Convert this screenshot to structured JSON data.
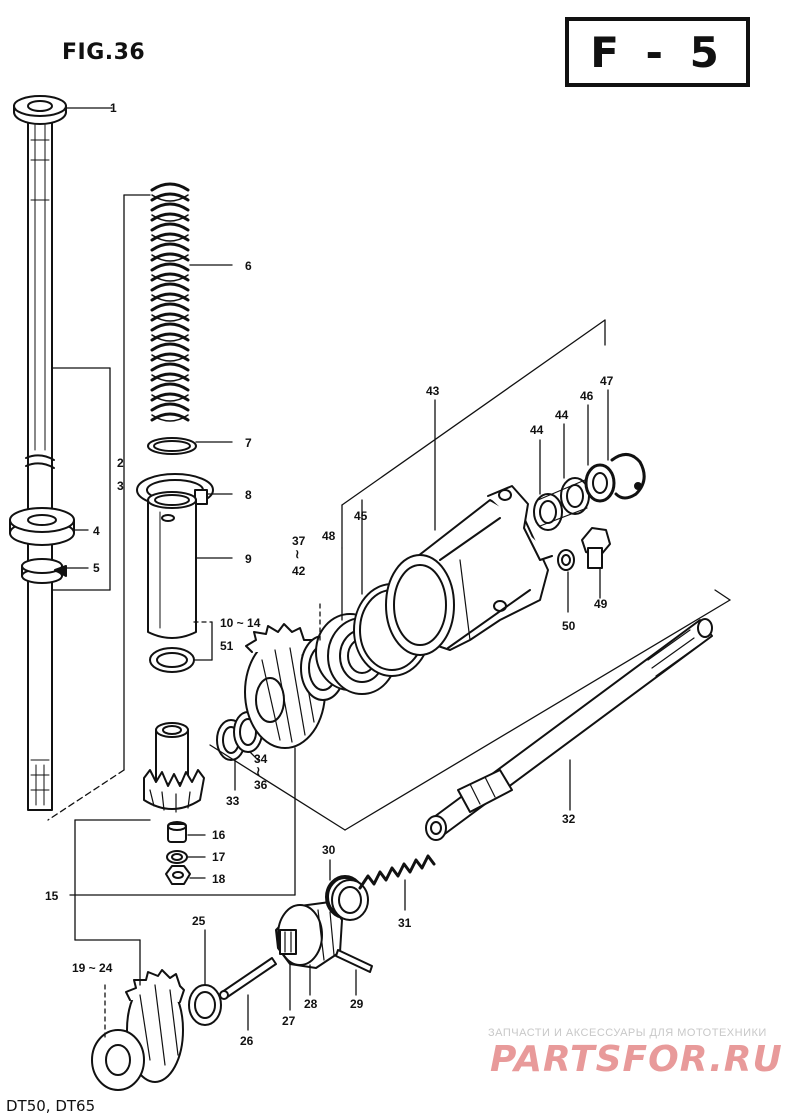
{
  "header": {
    "title": "FIG.36",
    "figure_code": "F - 5"
  },
  "footer": {
    "models": "DT50, DT65"
  },
  "watermark": {
    "line1": "ЗАПЧАСТИ И АКСЕССУАРЫ ДЛЯ МОТОТЕХНИКИ",
    "line2": "PARTSFOR.RU"
  },
  "callouts": {
    "c1": "1",
    "c2": "2",
    "c3": "3",
    "c4": "4",
    "c5": "5",
    "c6": "6",
    "c7": "7",
    "c8": "8",
    "c9": "9",
    "c10": "10 ~ 14",
    "c51": "51",
    "c15": "15",
    "c16": "16",
    "c17": "17",
    "c18": "18",
    "c19": "19 ~ 24",
    "c25": "25",
    "c26": "26",
    "c27": "27",
    "c28": "28",
    "c29": "29",
    "c30": "30",
    "c31": "31",
    "c32": "32",
    "c33": "33",
    "c34": "34",
    "c36": "36",
    "c37": "37",
    "c42": "42",
    "c43": "43",
    "c44a": "44",
    "c44b": "44",
    "c45": "45",
    "c46": "46",
    "c47": "47",
    "c48": "48",
    "c49": "49",
    "c50": "50",
    "tilde": "≀"
  }
}
